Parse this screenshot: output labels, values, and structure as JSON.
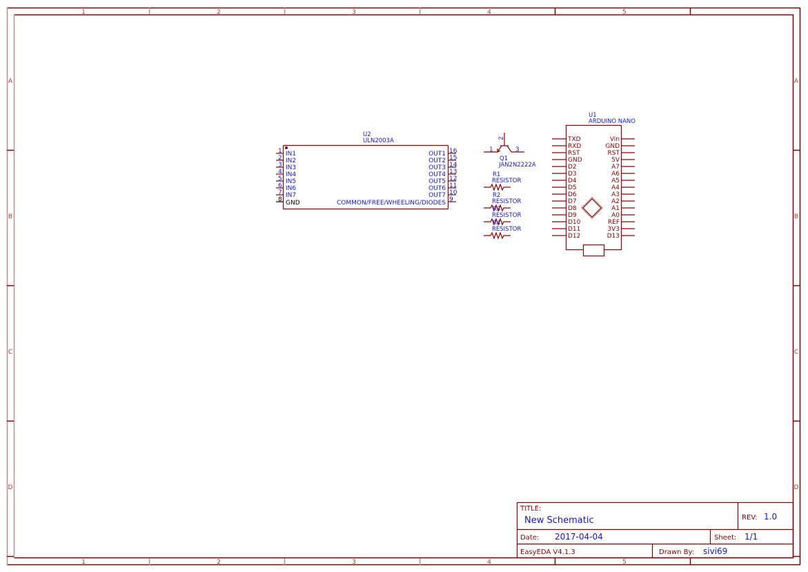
{
  "sheet": {
    "columns": [
      "1",
      "2",
      "3",
      "4",
      "5"
    ],
    "rows": [
      "A",
      "B",
      "C",
      "D"
    ],
    "frame_color": "#7b0000",
    "net_label_color": "#1414e0"
  },
  "components": {
    "u2": {
      "designator": "U2",
      "part": "ULN2003A",
      "left_pins": [
        {
          "num": "1",
          "name": "IN1"
        },
        {
          "num": "2",
          "name": "IN2"
        },
        {
          "num": "3",
          "name": "IN3"
        },
        {
          "num": "4",
          "name": "IN4"
        },
        {
          "num": "5",
          "name": "IN5"
        },
        {
          "num": "6",
          "name": "IN6"
        },
        {
          "num": "7",
          "name": "IN7"
        },
        {
          "num": "8",
          "name": "GND"
        }
      ],
      "right_pins": [
        {
          "num": "16",
          "name": "OUT1"
        },
        {
          "num": "15",
          "name": "OUT2"
        },
        {
          "num": "14",
          "name": "OUT3"
        },
        {
          "num": "13",
          "name": "OUT4"
        },
        {
          "num": "12",
          "name": "OUT5"
        },
        {
          "num": "11",
          "name": "OUT6"
        },
        {
          "num": "10",
          "name": "OUT7"
        },
        {
          "num": "9",
          "name": "COMMON/FREE/WHEELING/DIODES"
        }
      ]
    },
    "q1": {
      "designator": "Q1",
      "part": "JAN2N2222A",
      "pins": {
        "base": "1",
        "collector": "2",
        "emitter": "3"
      }
    },
    "resistors": [
      {
        "designator": "R1",
        "part": "RESISTOR"
      },
      {
        "designator": "R2",
        "part": "RESISTOR"
      },
      {
        "designator": "R3",
        "part": "RESISTOR"
      },
      {
        "designator": "R4",
        "part": "RESISTOR"
      }
    ],
    "u1": {
      "designator": "U1",
      "part": "ARDUINO NANO",
      "left_pins": [
        "TXD",
        "RXD",
        "RST",
        "GND",
        "D2",
        "D3",
        "D4",
        "D5",
        "D6",
        "D7",
        "D8",
        "D9",
        "D10",
        "D11",
        "D12"
      ],
      "right_pins": [
        "Vin",
        "GND",
        "RST",
        "5V",
        "A7",
        "A6",
        "A5",
        "A4",
        "A3",
        "A2",
        "A1",
        "A0",
        "REF",
        "3V3",
        "D13"
      ]
    }
  },
  "title_block": {
    "title_label": "TITLE:",
    "title": "New Schematic",
    "rev_label": "REV:",
    "rev": "1.0",
    "date_label": "Date:",
    "date": "2017-04-04",
    "sheet_label": "Sheet:",
    "sheet": "1/1",
    "tool": "EasyEDA V4.1.3",
    "drawn_by_label": "Drawn By:",
    "drawn_by": "sivi69"
  }
}
